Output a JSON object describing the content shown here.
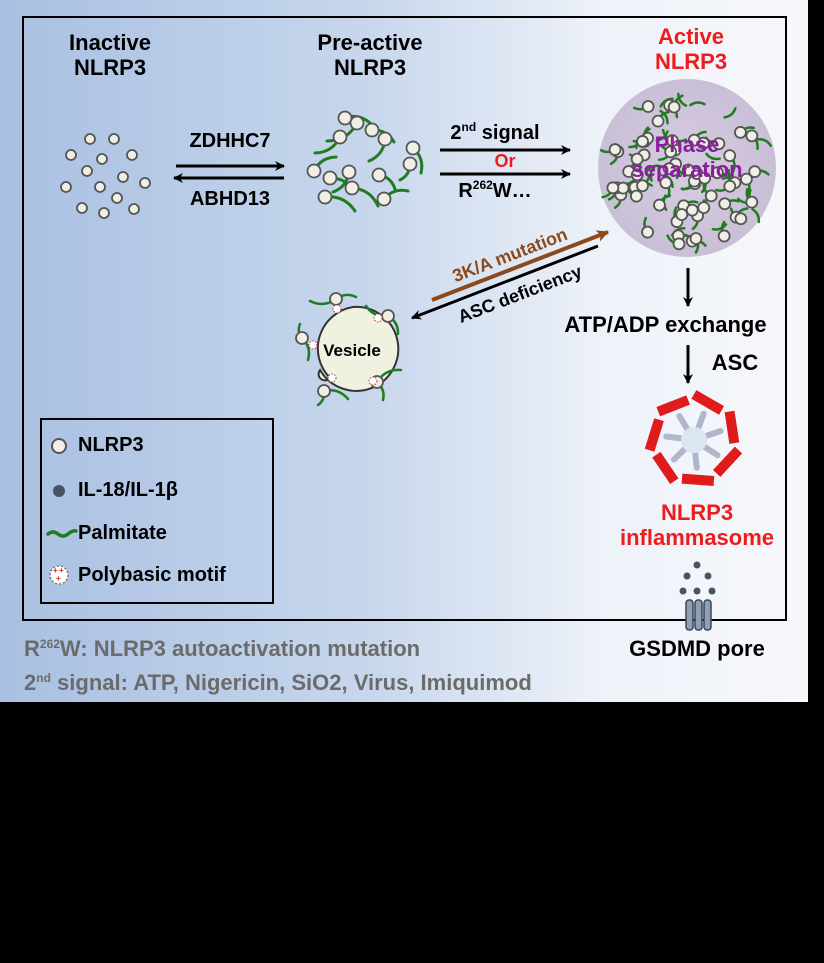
{
  "states": {
    "inactive": [
      "Inactive",
      "NLRP3"
    ],
    "preactive": [
      "Pre-active",
      "NLRP3"
    ],
    "active": [
      "Active",
      "NLRP3"
    ]
  },
  "enzymes": {
    "forward": "ZDHHC7",
    "reverse": "ABHD13"
  },
  "activation": {
    "signal_base": "2",
    "signal_sup": "nd",
    "signal_rest": " signal",
    "or": "Or",
    "mutation_base": "R",
    "mutation_sup": "262",
    "mutation_rest": "W…"
  },
  "phase": [
    "Phase",
    "separation"
  ],
  "vesicle_arrows": {
    "up": "3K/A mutation",
    "down": "ASC deficiency"
  },
  "vesicle_label": "Vesicle",
  "downstream": {
    "exchange": "ATP/ADP exchange",
    "asc": "ASC"
  },
  "inflammasome": [
    "NLRP3",
    "inflammasome"
  ],
  "pore": "GSDMD pore",
  "legend": [
    {
      "icon": "nlrp3-protein-icon",
      "label": "NLRP3"
    },
    {
      "icon": "cytokine-dot-icon",
      "label": "IL-18/IL-1β"
    },
    {
      "icon": "palmitate-icon",
      "label": "Palmitate"
    },
    {
      "icon": "polybasic-motif-icon",
      "label": "Polybasic motif"
    }
  ],
  "footnotes": {
    "line1_base": "R",
    "line1_sup": "262",
    "line1_rest": "W: NLRP3 autoactivation mutation",
    "line2_base": "2",
    "line2_sup": "nd",
    "line2_rest": " signal: ATP, Nigericin, SiO2, Virus, Imiquimod"
  },
  "colors": {
    "red": "#ee1c1c",
    "green": "#1e7d1e",
    "brown": "#8b4a1c",
    "purple": "#8a1f9c",
    "gray_text": "#6b6b6b"
  }
}
